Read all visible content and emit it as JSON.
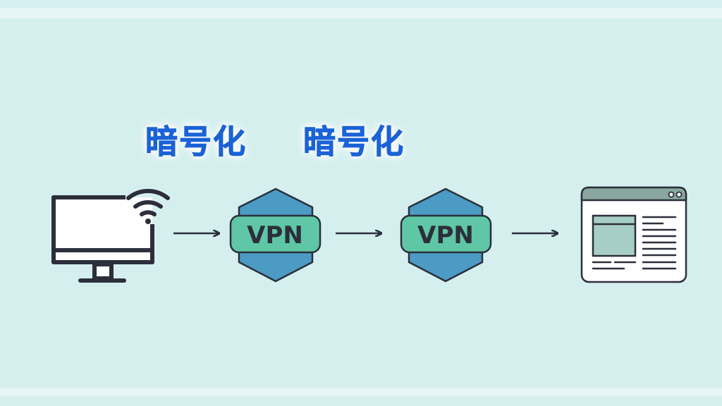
{
  "labels": [
    "暗号化",
    "暗号化"
  ],
  "nodes": [
    {
      "name": "computer",
      "icon": "monitor-wifi-icon"
    },
    {
      "name": "vpn-server-1",
      "icon": "vpn-hexagon-icon",
      "text": "VPN"
    },
    {
      "name": "vpn-server-2",
      "icon": "vpn-hexagon-icon",
      "text": "VPN"
    },
    {
      "name": "website",
      "icon": "browser-window-icon"
    }
  ],
  "colors": {
    "background": "#d5efef",
    "label": "#1a62d6",
    "hexagon": "#4b9bc4",
    "vpn_bar": "#5fc7a6",
    "outline": "#2c2f3b",
    "browser_header": "#8aa79f",
    "browser_panel": "#a6cec6"
  }
}
